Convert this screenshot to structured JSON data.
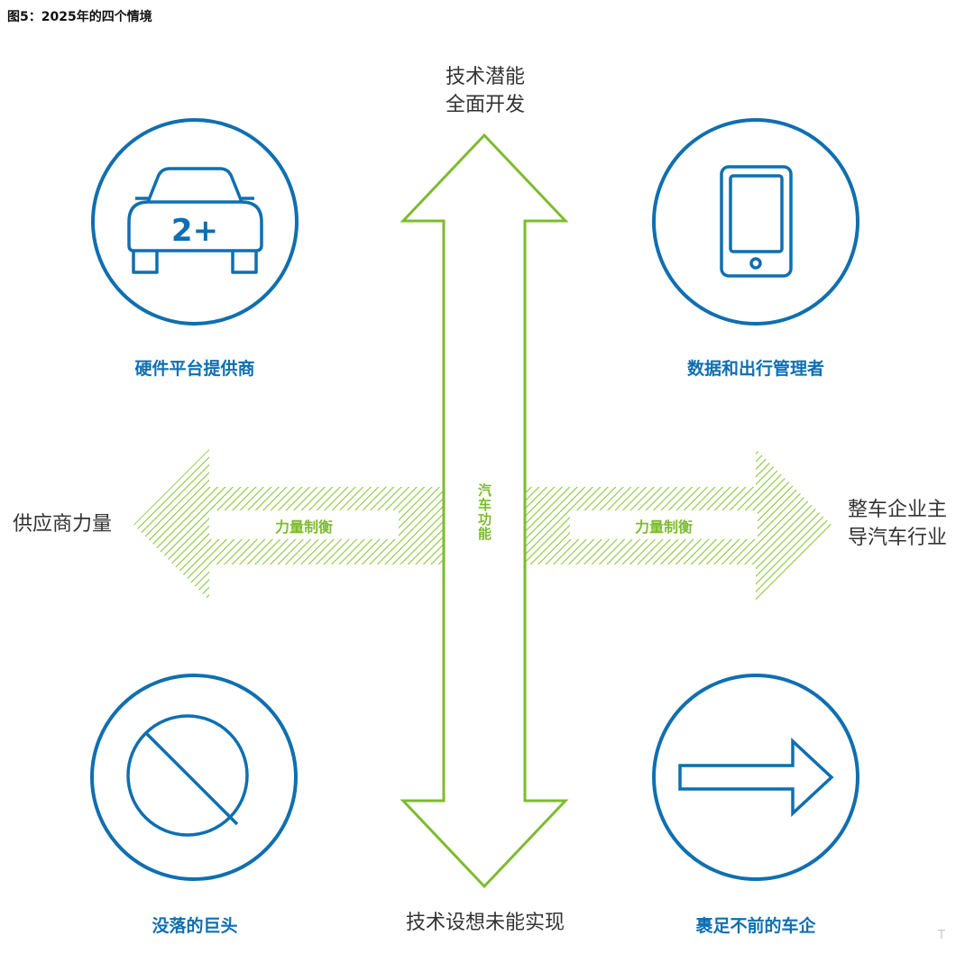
{
  "figure": {
    "title": "图5：2025年的四个情境"
  },
  "axes": {
    "top": [
      "技术潜能",
      "全面开发"
    ],
    "bottom": "技术设想未能实现",
    "left": "供应商力量",
    "right": [
      "整车企业主",
      "导汽车行业"
    ],
    "vertical_arrow_label": "汽车功能",
    "horizontal_arrow_left_label": "力量制衡",
    "horizontal_arrow_right_label": "力量制衡"
  },
  "quadrants": {
    "top_left": {
      "label": "硬件平台提供商",
      "icon": "car-icon",
      "badge": "2+"
    },
    "top_right": {
      "label": "数据和出行管理者",
      "icon": "smartphone-icon"
    },
    "bottom_left": {
      "label": "没落的巨头",
      "icon": "no-entry-icon"
    },
    "bottom_right": {
      "label": "裹足不前的车企",
      "icon": "arrow-right-icon"
    }
  },
  "colors": {
    "blue": "#0f6fb0",
    "green": "#7dbb2e"
  },
  "watermark": "T"
}
